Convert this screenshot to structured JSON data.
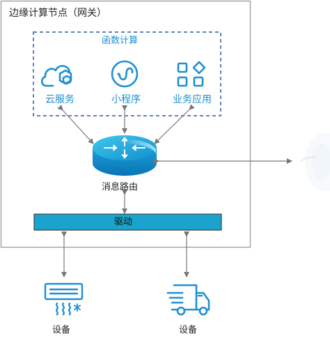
{
  "node": {
    "title": "边缘计算节点（网关）"
  },
  "function_compute": {
    "title": "函数计算",
    "items": [
      {
        "label": "云服务",
        "icon": "cloud-hexagon-icon"
      },
      {
        "label": "小程序",
        "icon": "mini-program-icon"
      },
      {
        "label": "业务应用",
        "icon": "apps-grid-icon"
      }
    ]
  },
  "router": {
    "label": "消息路由",
    "icon": "router-icon"
  },
  "driver": {
    "label": "驱动"
  },
  "devices": [
    {
      "label": "设备",
      "icon": "air-conditioner-icon"
    },
    {
      "label": "设备",
      "icon": "delivery-truck-icon"
    }
  ],
  "colors": {
    "accent": "#1f8fcf",
    "driver_fill": "#1aa3cc",
    "border": "#888888",
    "arrow": "#777777"
  }
}
